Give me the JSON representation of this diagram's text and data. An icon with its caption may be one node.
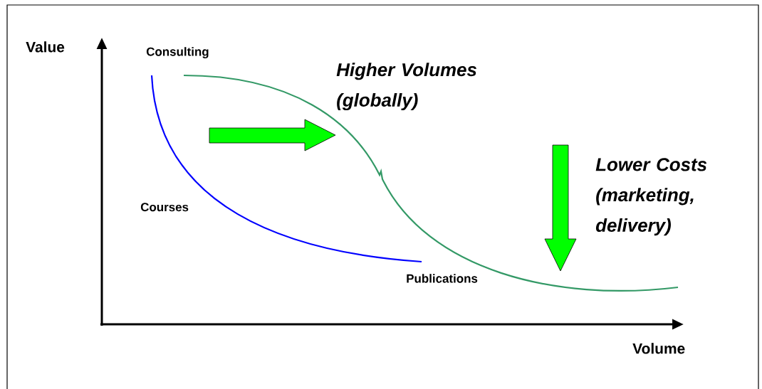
{
  "diagram": {
    "labels": [
      "Value",
      "Consulting",
      "Higher Volumes (globally)",
      "Lower Costs (marketing, delivery)",
      "Courses",
      "Publications",
      "Volume"
    ]
  }
}
